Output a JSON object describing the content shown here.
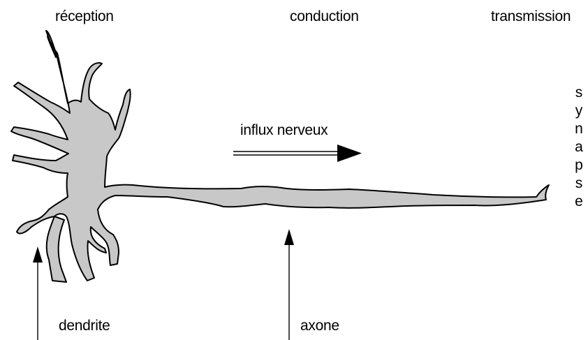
{
  "labels": {
    "reception": "réception",
    "conduction": "conduction",
    "transmission": "transmission",
    "influx": "influx nerveux",
    "dendrite": "dendrite",
    "axone": "axone"
  },
  "synapse_letters": [
    "s",
    "y",
    "n",
    "a",
    "p",
    "s",
    "e"
  ],
  "colors": {
    "cell_fill": "#c8c8c8",
    "outline": "#000000",
    "background": "#ffffff"
  }
}
